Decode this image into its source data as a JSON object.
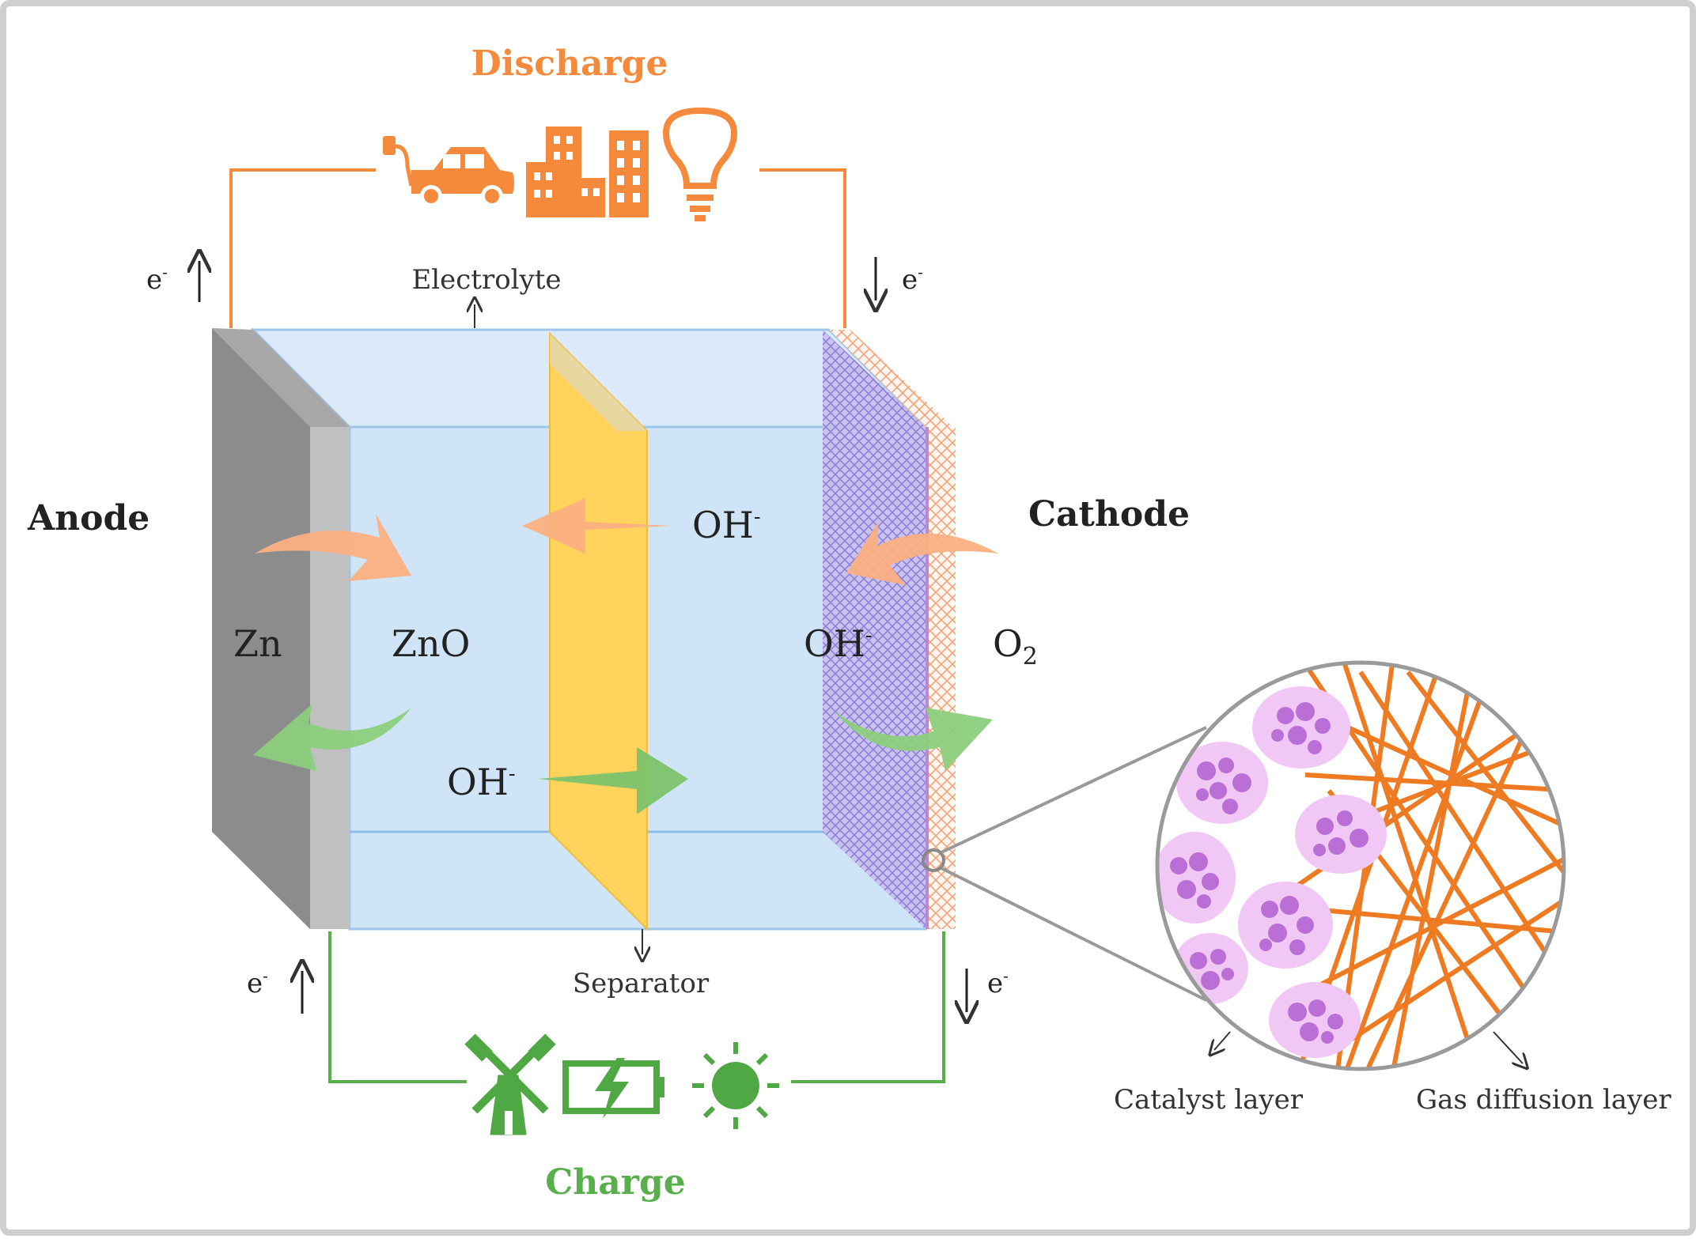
{
  "colors": {
    "discharge": "#f58a3c",
    "charge": "#5aaf4d",
    "electrolyte": "#cfe4f6",
    "separator": "#ffd35c",
    "anode": "#8c8c8c",
    "catalyst": "#b96fd6",
    "fiber": "#ee7a22"
  },
  "labels": {
    "discharge": "Discharge",
    "charge": "Charge",
    "anode": "Anode",
    "cathode": "Cathode",
    "electrolyte": "Electrolyte",
    "separator": "Separator",
    "zn": "Zn",
    "zno": "ZnO",
    "oh_top": "OH",
    "oh_mid": "OH",
    "oh_bottom": "OH",
    "ion_charge": "-",
    "o2": "O",
    "o2_sub": "2",
    "electron": "e",
    "electron_sup": "-",
    "catalyst_layer": "Catalyst layer",
    "gas_diffusion_layer": "Gas diffusion layer"
  },
  "icons": {
    "discharge_loads": [
      "electric-car-icon",
      "buildings-icon",
      "light-bulb-icon"
    ],
    "charge_sources": [
      "windmill-icon",
      "battery-charging-icon",
      "sun-icon"
    ]
  }
}
